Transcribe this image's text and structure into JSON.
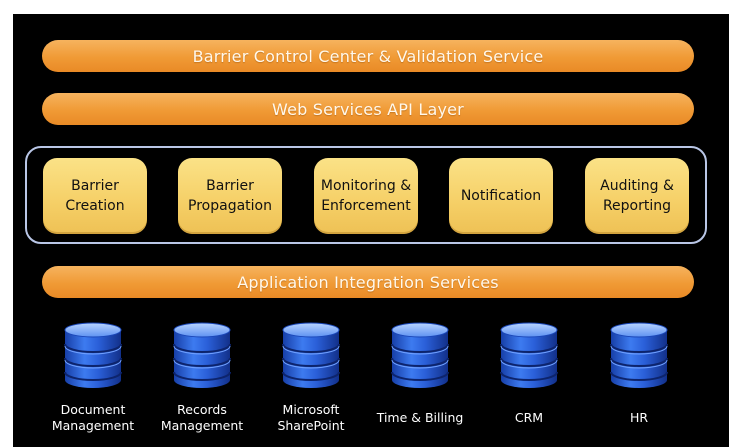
{
  "layers": {
    "top": "Barrier Control Center & Validation Service",
    "api": "Web Services API Layer",
    "integration": "Application Integration Services"
  },
  "modules": [
    {
      "line1": "Barrier",
      "line2": "Creation"
    },
    {
      "line1": "Barrier",
      "line2": "Propagation"
    },
    {
      "line1": "Monitoring &",
      "line2": "Enforcement"
    },
    {
      "line1": "Notification",
      "line2": ""
    },
    {
      "line1": "Auditing &",
      "line2": "Reporting"
    }
  ],
  "databases": [
    {
      "line1": "Document",
      "line2": "Management"
    },
    {
      "line1": "Records",
      "line2": "Management"
    },
    {
      "line1": "Microsoft",
      "line2": "SharePoint"
    },
    {
      "line1": "Time & Billing",
      "line2": ""
    },
    {
      "line1": "CRM",
      "line2": ""
    },
    {
      "line1": "HR",
      "line2": ""
    }
  ],
  "colors": {
    "background": "#000000",
    "layer_bar": "#f09a35",
    "module": "#f5cf66",
    "panel_border": "#b9c6e6",
    "database": "#2a5fd8"
  },
  "icons": {
    "database": "database-cylinder-icon"
  }
}
